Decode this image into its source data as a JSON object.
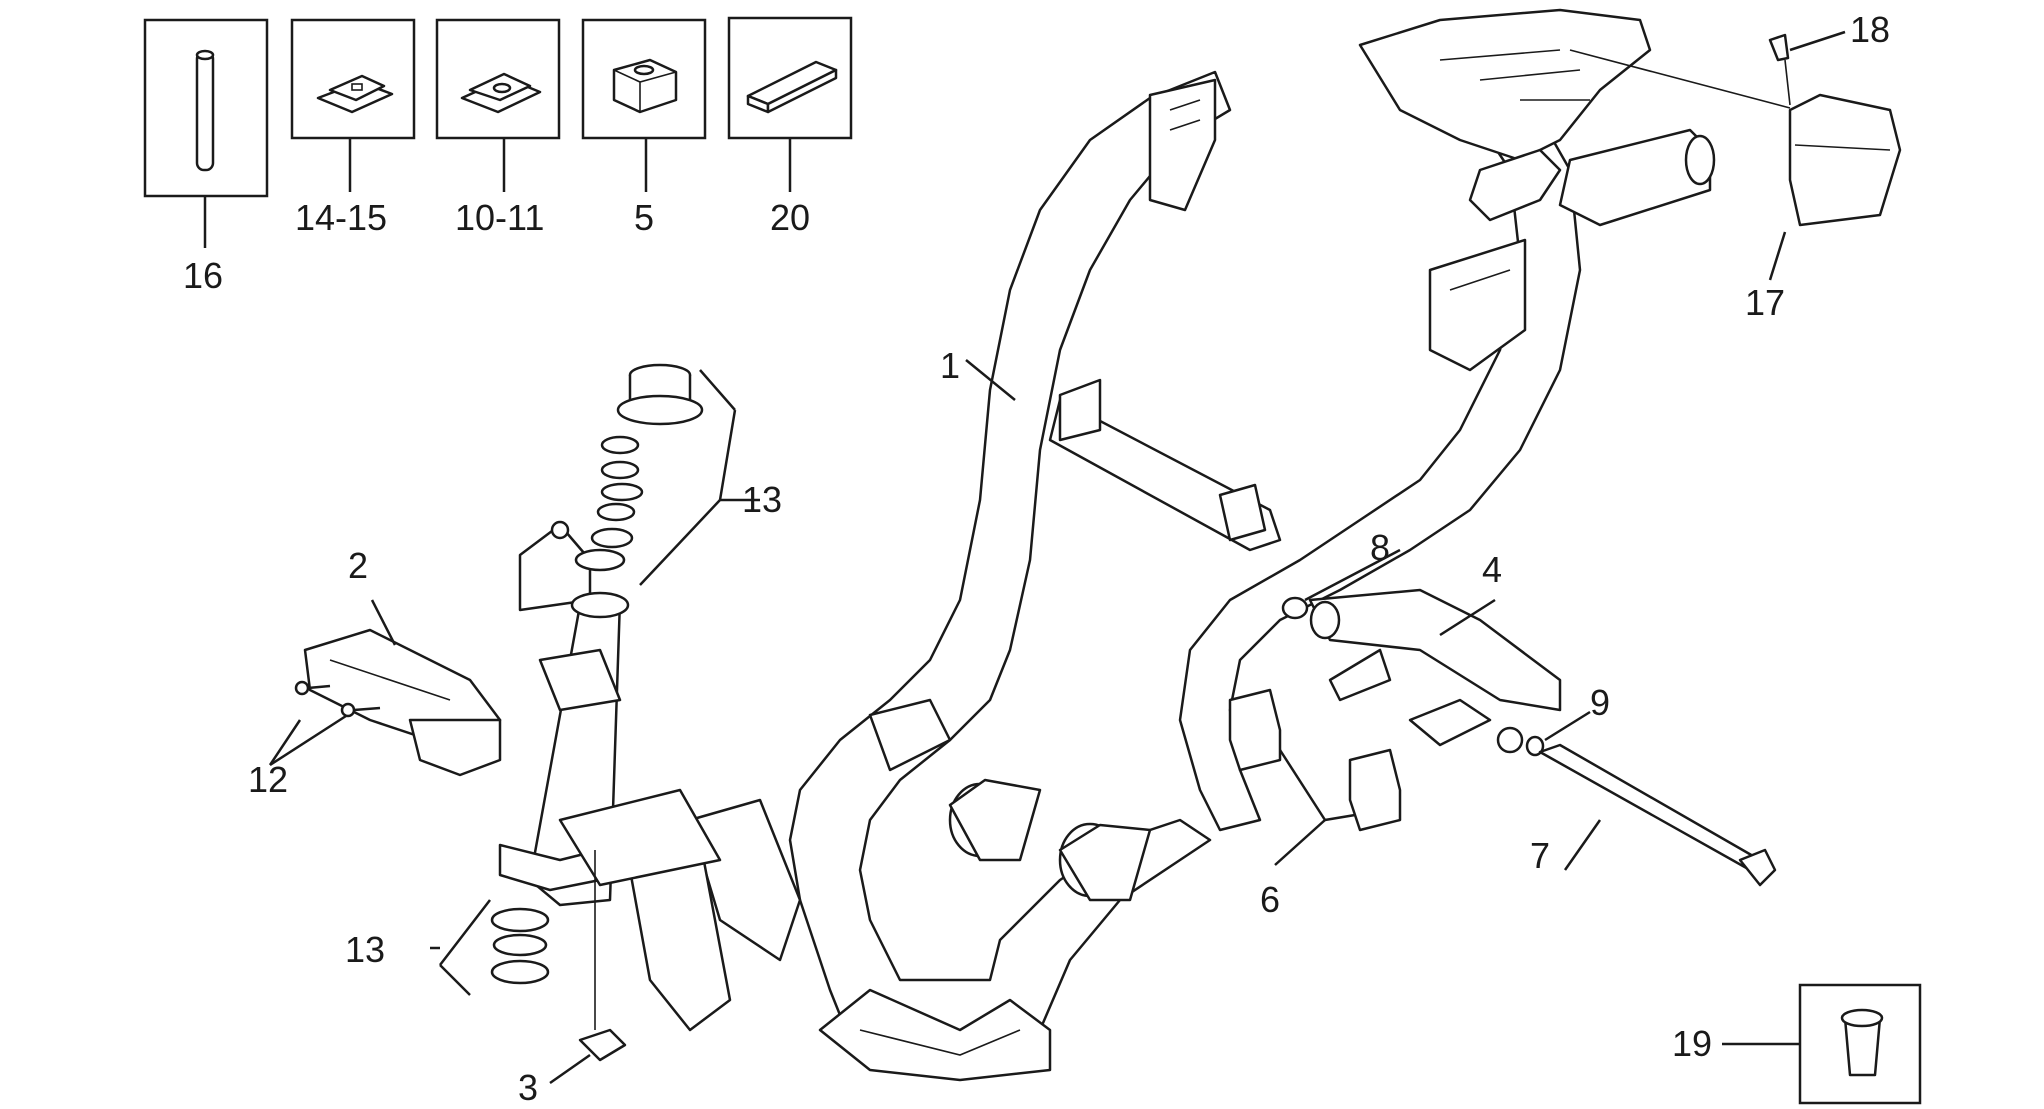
{
  "labels": {
    "l1": "1",
    "l2": "2",
    "l3": "3",
    "l4": "4",
    "l5": "5",
    "l6": "6",
    "l7": "7",
    "l8": "8",
    "l9": "9",
    "l10_11": "10-11",
    "l12": "12",
    "l13a": "13",
    "l13b": "13",
    "l14_15": "14-15",
    "l16": "16",
    "l17": "17",
    "l18": "18",
    "l19": "19",
    "l20": "20"
  }
}
